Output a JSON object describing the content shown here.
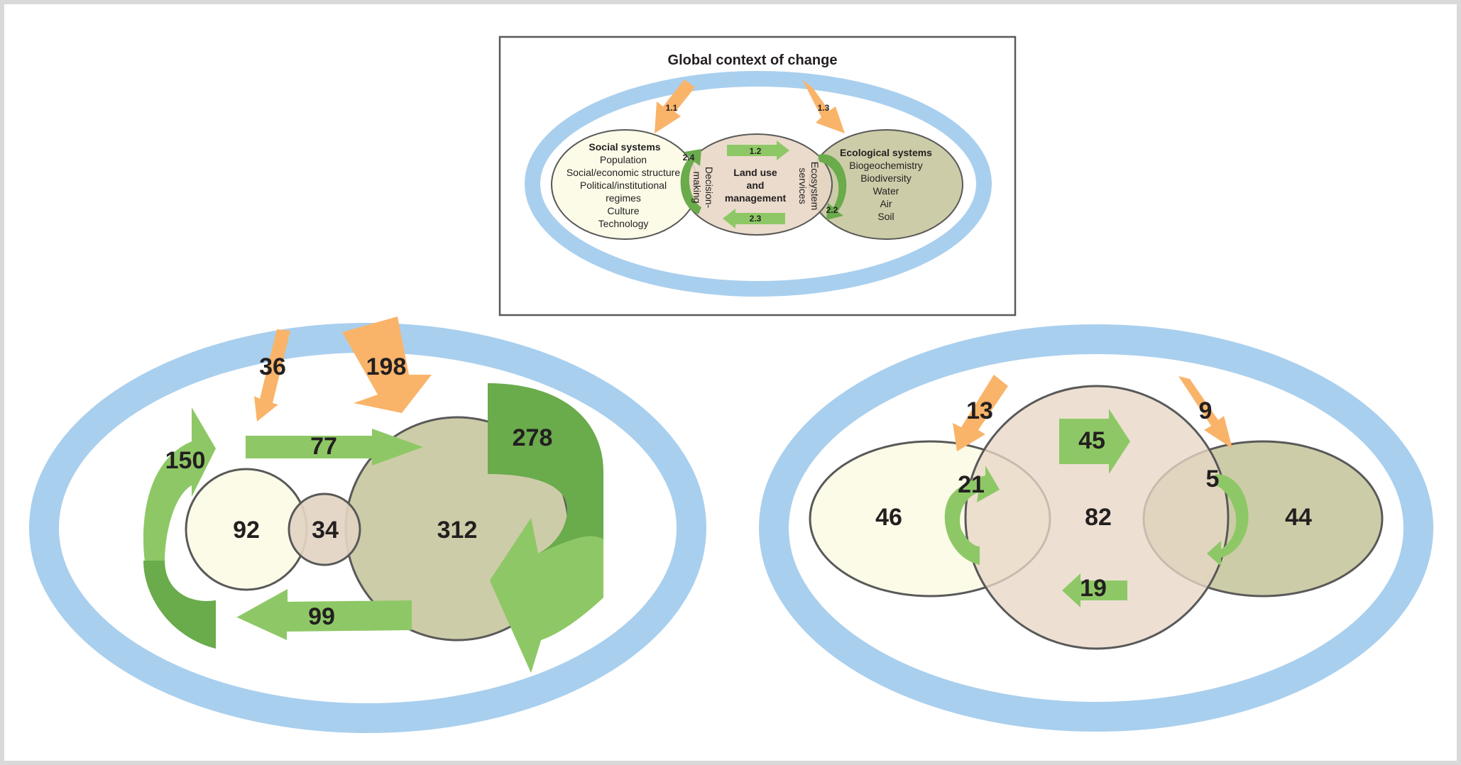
{
  "colors": {
    "outer_ring": "#a9cfee",
    "social": "#fbfbe8",
    "landuse": "#e8d7c6",
    "ecological": "#cdcca8",
    "overlap_social_land": "#e2d4c2",
    "arrow_orange": "#f9b46a",
    "arrow_green_light": "#8ec866",
    "arrow_green_dark": "#6aab4c",
    "outline": "#595959"
  },
  "top_panel": {
    "title": "Global context of change",
    "social_title": "Social systems",
    "social_items": [
      "Population",
      "Social/economic structure",
      "Political/institutional",
      "regimes",
      "Culture",
      "Technology"
    ],
    "decision_line1": "Decision-",
    "decision_line2": "making",
    "land_line1": "Land use",
    "land_line2": "and",
    "land_line3": "management",
    "ecosystem_line1": "Ecosystem",
    "ecosystem_line2": "services",
    "eco_title": "Ecological systems",
    "eco_items": [
      "Biogeochemistry",
      "Biodiversity",
      "Water",
      "Air",
      "Soil"
    ],
    "arrows": [
      "1.1",
      "1.3",
      "1.2",
      "2.3",
      "2.4",
      "2.2"
    ]
  },
  "left_panel": {
    "arrow_36": "36",
    "arrow_198": "198",
    "arrow_77": "77",
    "arrow_150": "150",
    "arrow_278": "278",
    "arrow_99": "99",
    "social": "92",
    "overlap": "34",
    "ecological": "312"
  },
  "right_panel": {
    "arrow_13": "13",
    "arrow_9": "9",
    "arrow_45": "45",
    "arrow_21": "21",
    "arrow_5": "5",
    "arrow_19": "19",
    "social": "46",
    "landuse": "82",
    "ecological": "44"
  }
}
